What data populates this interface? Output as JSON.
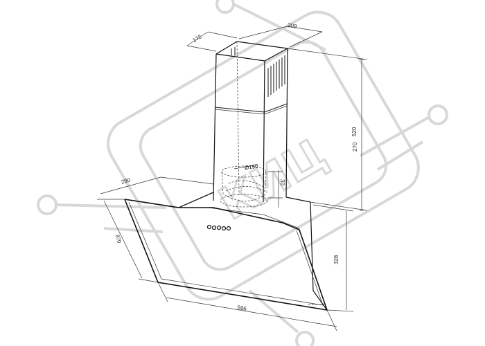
{
  "dimensions": {
    "chimney_depth": "172",
    "chimney_width": "209",
    "height_max": "520",
    "height_min": "270",
    "outlet_diameter": "Ø150",
    "outlet_offset": "30",
    "hood_depth": "280",
    "glass_depth": "370",
    "body_height": "328",
    "body_width": "596"
  },
  "watermark": {
    "text": "КИЦ"
  },
  "control_panel": {
    "buttons": 5
  }
}
